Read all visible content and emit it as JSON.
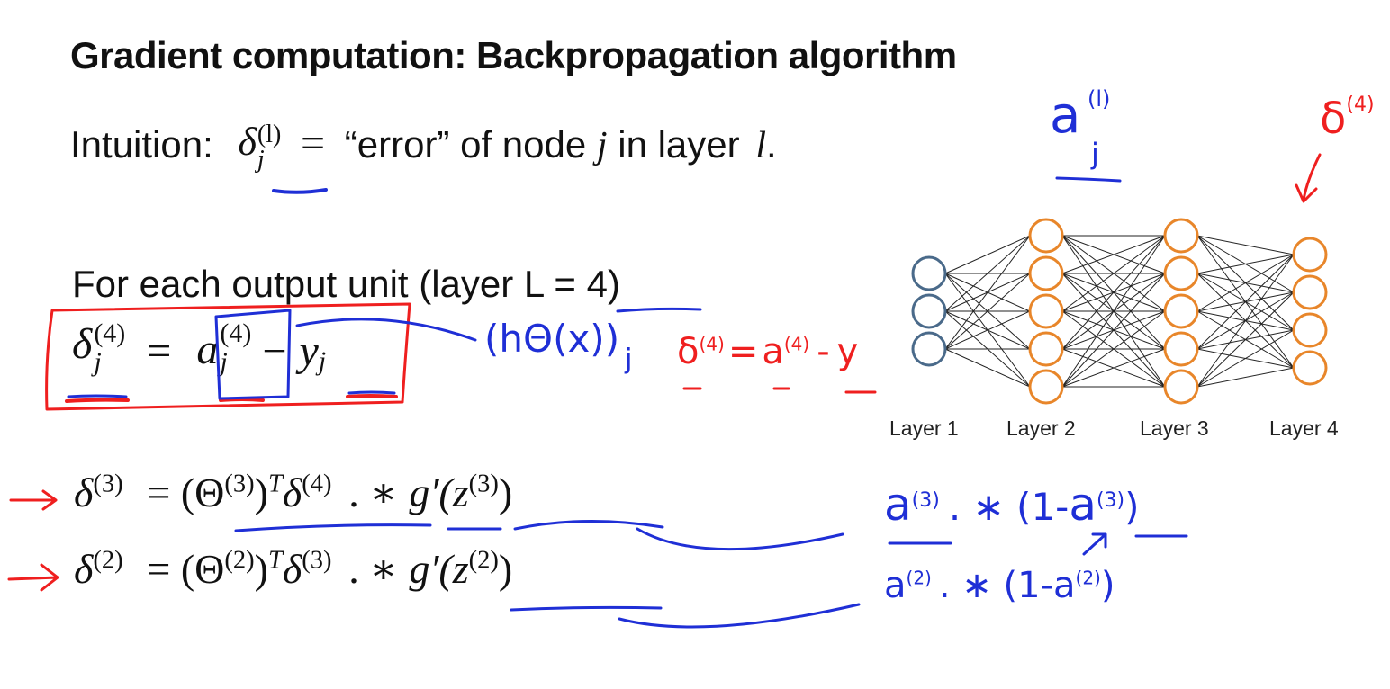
{
  "slide": {
    "title": "Gradient computation: Backpropagation algorithm",
    "intuition": {
      "prefix": "Intuition:",
      "symbol": "δ",
      "superscript": "(l)",
      "subscript": "j",
      "equals": "=",
      "text": "“error” of node",
      "node_var": "j",
      "text2": "in layer",
      "layer_var": "l",
      "end": "."
    },
    "output_unit_text": "For each output unit (layer L = 4)",
    "eq_output": {
      "lhs_symbol": "δ",
      "lhs_sup": "(4)",
      "lhs_sub": "j",
      "equals": "=",
      "a_symbol": "a",
      "a_sup": "(4)",
      "a_sub": "j",
      "minus": "−",
      "y_symbol": "y",
      "y_sub": "j"
    },
    "eq_delta3": {
      "lhs": "δ",
      "lhs_sup": "(3)",
      "rhs_open": "= (Θ",
      "theta_sup": "(3)",
      "rhs_close": ")",
      "T": "T",
      "delta_next": "δ",
      "delta_next_sup": "(4)",
      "op": ". ∗",
      "g": "g′(z",
      "z_sup": "(3)",
      "end": ")"
    },
    "eq_delta2": {
      "lhs": "δ",
      "lhs_sup": "(2)",
      "rhs_open": "= (Θ",
      "theta_sup": "(2)",
      "rhs_close": ")",
      "T": "T",
      "delta_next": "δ",
      "delta_next_sup": "(3)",
      "op": ". ∗",
      "g": "g′(z",
      "z_sup": "(2)",
      "end": ")"
    }
  },
  "network": {
    "layers": [
      {
        "label": "Layer 1",
        "nodes": 3,
        "color": "#4a6a8a"
      },
      {
        "label": "Layer 2",
        "nodes": 5,
        "color": "#e8862a"
      },
      {
        "label": "Layer 3",
        "nodes": 5,
        "color": "#e8862a"
      },
      {
        "label": "Layer 4",
        "nodes": 4,
        "color": "#e8862a"
      }
    ]
  },
  "annotations": {
    "a_j_l": {
      "base": "a",
      "sup": "(l)",
      "sub": "j"
    },
    "delta4_arrow": {
      "base": "δ",
      "sup": "(4)"
    },
    "h_theta": {
      "text": "(hΘ(x))",
      "sub": "j"
    },
    "red_eq": {
      "d": "δ",
      "d_sup": "(4)",
      "eq": "=",
      "a": "a",
      "a_sup": "(4)",
      "minus": "-",
      "y": "y"
    },
    "deriv3": {
      "a": "a",
      "a_sup": "(3)",
      "op": ". ∗ (1-",
      "a2": "a",
      "a2_sup": "(3)",
      "end": ")"
    },
    "deriv2": {
      "a": "a",
      "a_sup": "(2)",
      "op": ". ∗ (1-",
      "a2": "a",
      "a2_sup": "(2)",
      "end": ")"
    }
  },
  "colors": {
    "ink_blue": "#1f2fd6",
    "ink_red": "#ef1f1f",
    "node_orange": "#e8862a",
    "node_blue": "#4a6a8a",
    "edge": "#222222"
  }
}
